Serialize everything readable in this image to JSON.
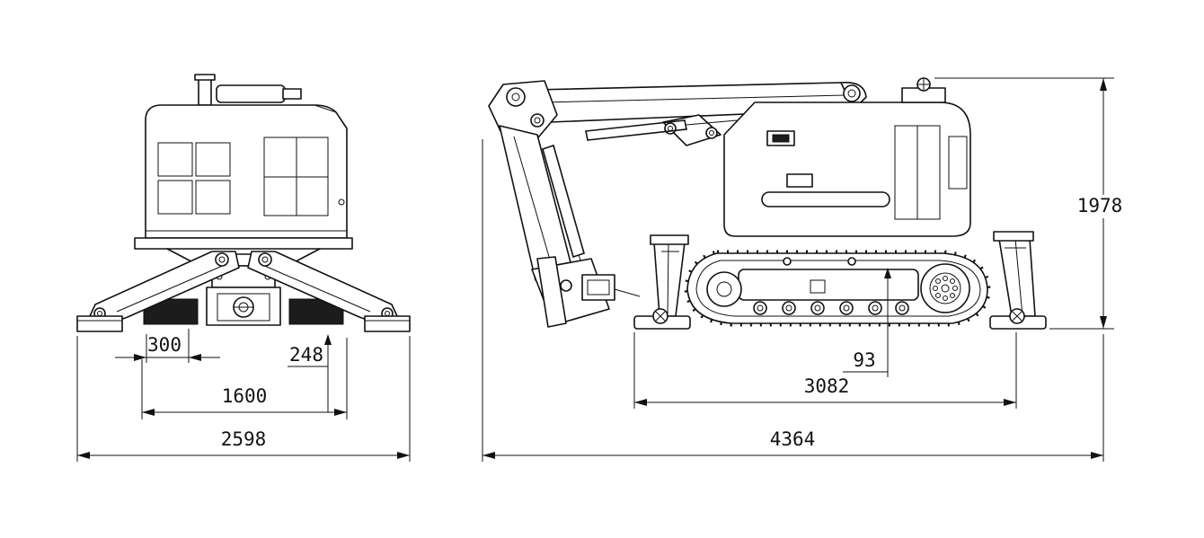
{
  "front_view": {
    "dims": {
      "d300": "300",
      "d248": "248",
      "d1600": "1600",
      "d2598": "2598"
    }
  },
  "side_view": {
    "dims": {
      "d93": "93",
      "d3082": "3082",
      "d4364": "4364",
      "d1978": "1978"
    }
  },
  "style": {
    "line_color": "#111111",
    "background": "#ffffff"
  }
}
